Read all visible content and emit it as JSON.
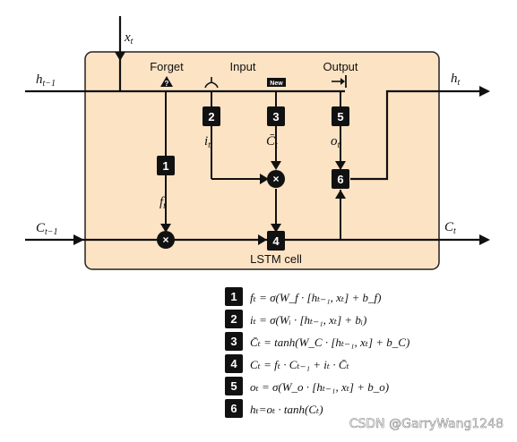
{
  "diagram": {
    "inputs": {
      "x_t": "x",
      "x_t_sub": "t",
      "h_prev": "h",
      "h_prev_sub": "t−1",
      "c_prev": "C",
      "c_prev_sub": "t−1"
    },
    "outputs": {
      "h_t": "h",
      "h_t_sub": "t",
      "c_t": "C",
      "c_t_sub": "t"
    },
    "gates": {
      "forget": "Forget",
      "input": "Input",
      "output": "Output",
      "new_badge": "New",
      "forget_icon": "?"
    },
    "steps": [
      {
        "num": "1",
        "var": "f",
        "sub": "t"
      },
      {
        "num": "2",
        "var": "i",
        "sub": "t"
      },
      {
        "num": "3",
        "var": "C̄",
        "sub": "t"
      },
      {
        "num": "4"
      },
      {
        "num": "5",
        "var": "o",
        "sub": "t"
      },
      {
        "num": "6"
      }
    ],
    "ops": {
      "multiply": "×"
    },
    "cell_label": "LSTM cell"
  },
  "equations": [
    {
      "num": "1",
      "text": "fₜ = σ(W_f · [hₜ₋₁, xₜ] + b_f)"
    },
    {
      "num": "2",
      "text": "iₜ = σ(Wᵢ · [hₜ₋₁, xₜ] + bᵢ)"
    },
    {
      "num": "3",
      "text": "C̄ₜ = tanh(W_C · [hₜ₋₁, xₜ] + b_C)"
    },
    {
      "num": "4",
      "text": "Cₜ = fₜ · Cₜ₋₁ + iₜ · C̄ₜ"
    },
    {
      "num": "5",
      "text": "oₜ = σ(W_o · [hₜ₋₁, xₜ] + b_o)"
    },
    {
      "num": "6",
      "text": "hₜ=oₜ · tanh(Cₜ)"
    }
  ],
  "watermark": "CSDN @GarryWang1248",
  "colors": {
    "cell_fill": "#fce3c4",
    "cell_stroke": "#222222",
    "box_fill": "#111111",
    "line": "#111111"
  }
}
